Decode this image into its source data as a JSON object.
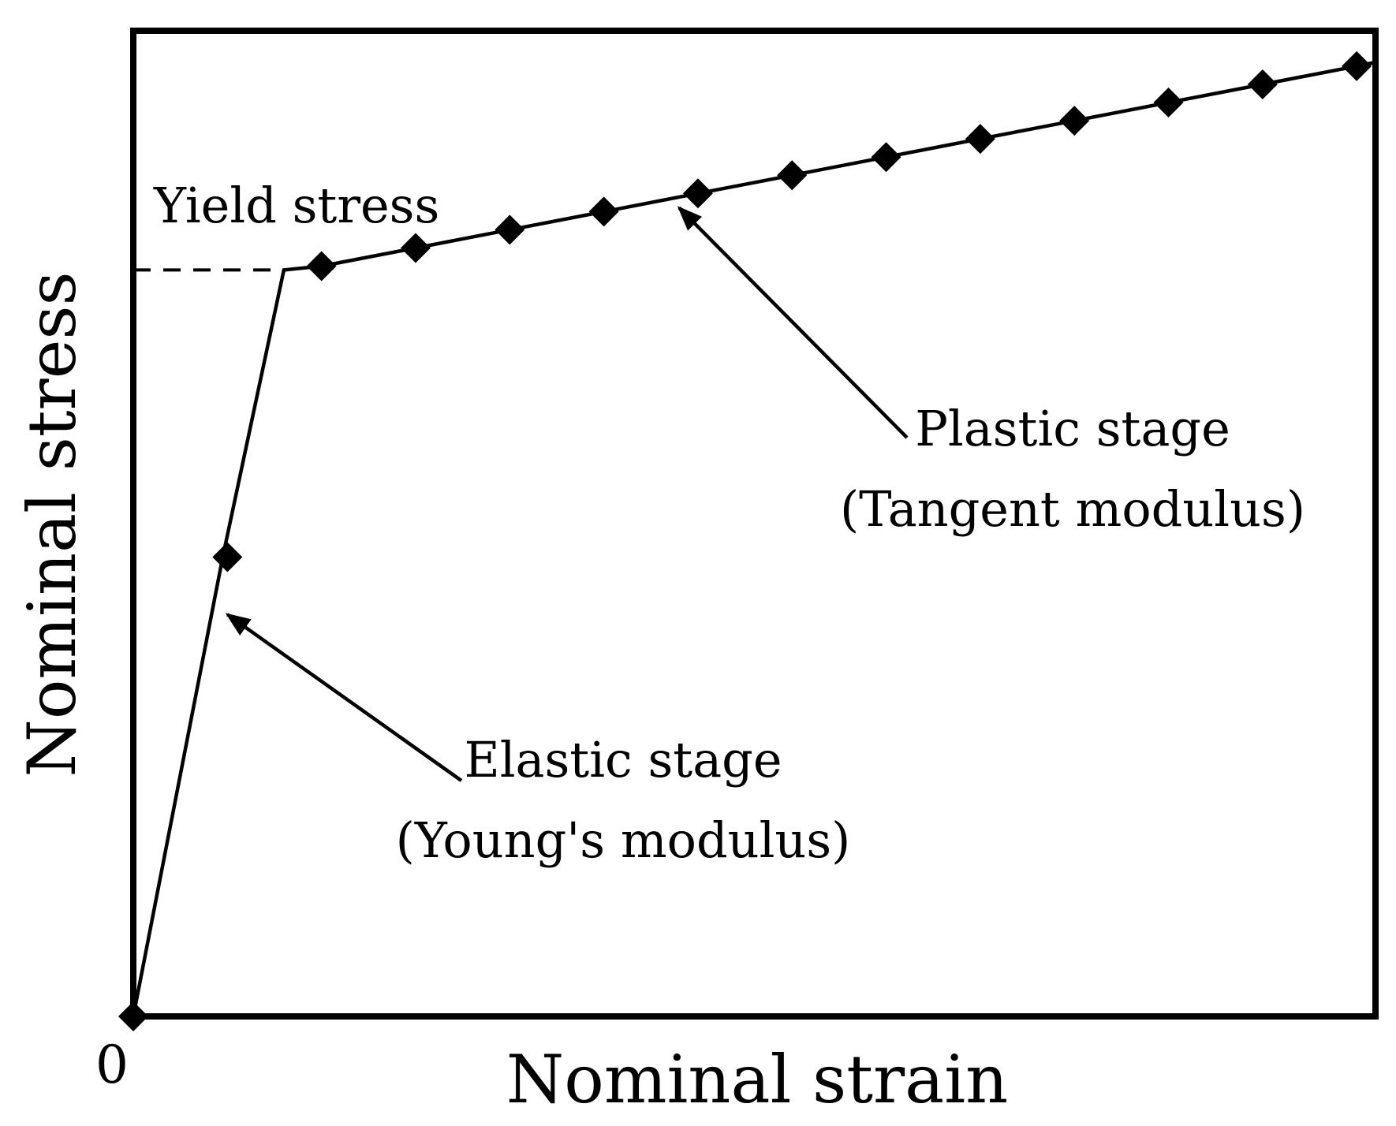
{
  "chart_data": {
    "type": "line",
    "title": "",
    "xlabel": "Nominal strain",
    "ylabel": "Nominal stress",
    "origin_label": "0",
    "xlim": [
      0,
      13.2
    ],
    "ylim": [
      0,
      10.3
    ],
    "grid": false,
    "series": [
      {
        "name": "",
        "points": [
          [
            0,
            0
          ],
          [
            0.95,
            4.8
          ],
          [
            1.6,
            7.8
          ],
          [
            2.0,
            7.84
          ],
          [
            3.0,
            8.03
          ],
          [
            4.0,
            8.22
          ],
          [
            5.0,
            8.41
          ],
          [
            6.0,
            8.6
          ],
          [
            7.0,
            8.79
          ],
          [
            8.0,
            8.98
          ],
          [
            9.0,
            9.17
          ],
          [
            10.0,
            9.36
          ],
          [
            11.0,
            9.55
          ],
          [
            12.0,
            9.74
          ],
          [
            13.0,
            9.93
          ],
          [
            13.2,
            9.97
          ]
        ],
        "markers": [
          [
            0,
            0
          ],
          [
            1.0,
            4.8
          ],
          [
            2.0,
            7.84
          ],
          [
            3.0,
            8.03
          ],
          [
            4.0,
            8.22
          ],
          [
            5.0,
            8.41
          ],
          [
            6.0,
            8.6
          ],
          [
            7.0,
            8.79
          ],
          [
            8.0,
            8.98
          ],
          [
            9.0,
            9.17
          ],
          [
            10.0,
            9.36
          ],
          [
            11.0,
            9.55
          ],
          [
            12.0,
            9.74
          ],
          [
            13.0,
            9.93
          ]
        ]
      }
    ],
    "reference_line": {
      "style": "dashed",
      "y": 7.8,
      "from_x": 0,
      "to_x": 1.6
    },
    "annotations": [
      {
        "id": "yield",
        "lines": [
          "Yield stress"
        ],
        "anchor": [
          0.2,
          8.4
        ],
        "arrow_to": null
      },
      {
        "id": "plastic",
        "lines": [
          "Plastic stage",
          "(Tangent modulus)"
        ],
        "anchor": [
          8.3,
          6.2
        ],
        "arrow_to": [
          5.8,
          8.45
        ]
      },
      {
        "id": "elastic",
        "lines": [
          "Elastic stage",
          "(Young's modulus)"
        ],
        "anchor": [
          3.5,
          2.55
        ],
        "arrow_to": [
          1.0,
          4.2
        ]
      }
    ],
    "colors": {
      "line": "#000000",
      "marker": "#000000",
      "frame": "#000000"
    }
  }
}
